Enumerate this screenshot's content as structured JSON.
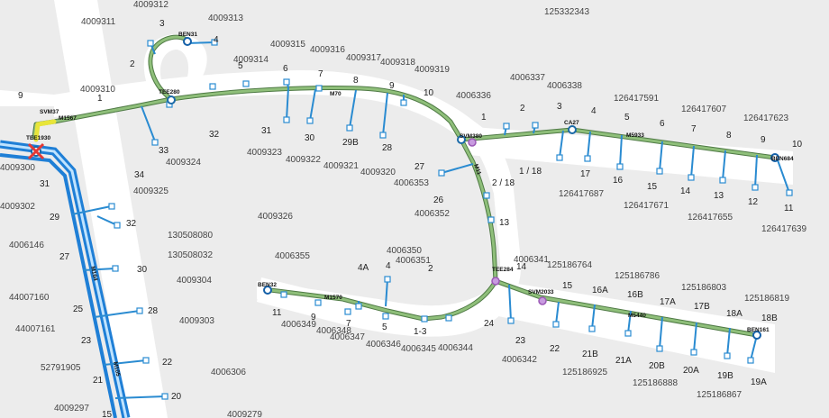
{
  "colors": {
    "background": "#ececec",
    "street": "#ffffff",
    "main_line": "#8fbf7a",
    "main_line_edge": "#4f7a45",
    "service_line": "#2a8bd1",
    "trunk_line": "#1f7fd6",
    "trunk_line_inner": "#bfe3ff",
    "yellow_segment": "#e8e53a",
    "error_cross": "#e53935",
    "text": "#444444",
    "label": "#111111",
    "endpoint": "#1560a8",
    "tee": "#1a6aa8",
    "svm": "#9b59b6"
  },
  "parcel_labels": [
    "4009312",
    "125332343",
    "4009311",
    "4009313",
    "4009315",
    "4009316",
    "4009317",
    "4009318",
    "4009319",
    "4009314",
    "4009310",
    "4006337",
    "4006338",
    "4006336",
    "126417591",
    "126417607",
    "126417623",
    "4009323",
    "4009322",
    "4009321",
    "4009320",
    "4009324",
    "4009325",
    "4006353",
    "4006352",
    "126417687",
    "126417671",
    "126417655",
    "126417639",
    "4009300",
    "4009302",
    "4006146",
    "4009326",
    "130508080",
    "130508032",
    "4006355",
    "4006350",
    "4006351",
    "4006341",
    "125186764",
    "125186786",
    "125186803",
    "125186819",
    "4009304",
    "44007160",
    "44007161",
    "4009303",
    "4006349",
    "4006348",
    "4006347",
    "4006346",
    "4006345",
    "4006344",
    "4006342",
    "52791905",
    "4006306",
    "125186925",
    "125186888",
    "125186867",
    "4009297",
    "4009279"
  ],
  "house_numbers": [
    "9",
    "3",
    "4",
    "2",
    "5",
    "6",
    "7",
    "8",
    "9",
    "10",
    "1",
    "1",
    "33",
    "32",
    "31",
    "30",
    "29B",
    "28",
    "27",
    "2",
    "3",
    "4",
    "5",
    "6",
    "7",
    "8",
    "9",
    "10",
    "1 / 18",
    "2 / 18",
    "17",
    "16",
    "15",
    "14",
    "13",
    "12",
    "11",
    "26",
    "13",
    "34",
    "31",
    "29",
    "32",
    "27",
    "30",
    "25",
    "28",
    "23",
    "22",
    "21",
    "20",
    "15",
    "4A",
    "4",
    "2",
    "14",
    "15",
    "16A",
    "16B",
    "17A",
    "17B",
    "18A",
    "18B",
    "11",
    "9",
    "7",
    "5",
    "1-3",
    "24",
    "23",
    "22",
    "21B",
    "21A",
    "20B",
    "20A",
    "19B",
    "19A"
  ],
  "equipment_labels": {
    "ben31": "BEN31",
    "tee280": "TEE280",
    "m70": "M70",
    "svm37": "SVM37",
    "m1567": "M1567",
    "tee1930": "TEE1930",
    "svm380": "SVM380",
    "m11": "M11",
    "ca27": "CA27",
    "m5933": "M5933",
    "ben684": "BEN684",
    "m164": "M164",
    "m105": "M105",
    "ben32": "BEN32",
    "m1570": "M1570",
    "tee284": "TEE284",
    "svm2033": "SVM2033",
    "m5440": "M5440",
    "ben161": "BEN161"
  }
}
